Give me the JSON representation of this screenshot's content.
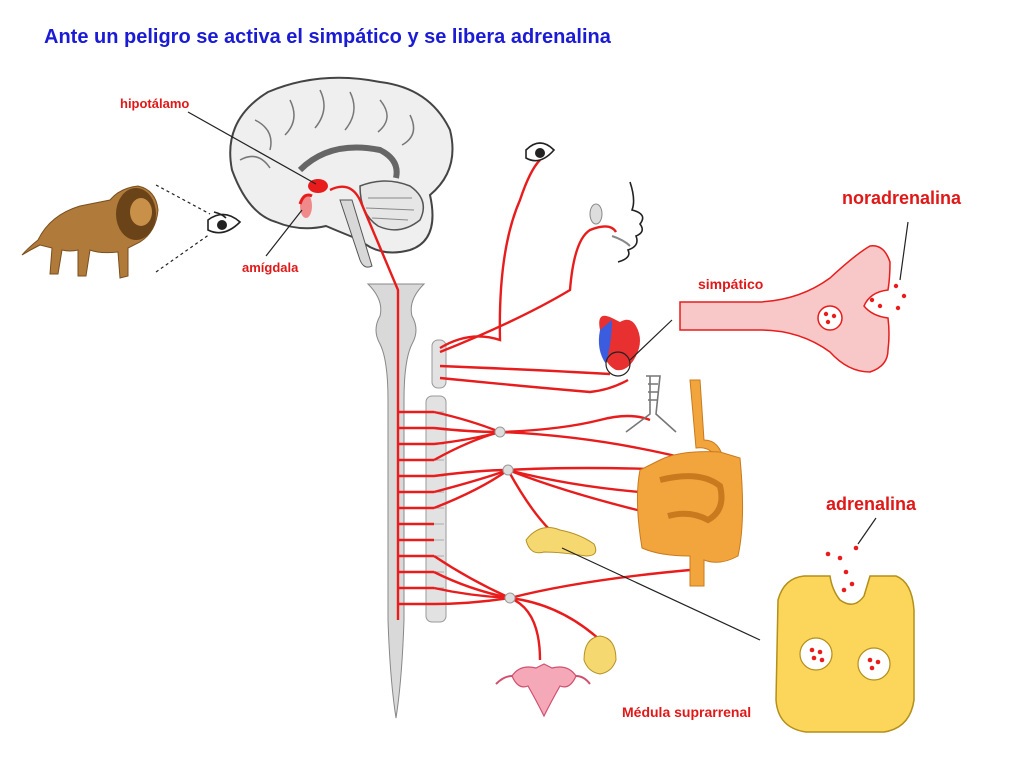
{
  "title": "Ante un peligro se activa el simpático y se libera adrenalina",
  "labels": {
    "hypothalamus": "hipotálamo",
    "amygdala": "amígdala",
    "sympathetic": "simpático",
    "noradrenaline": "noradrenalina",
    "adrenaline": "adrenalina",
    "adrenal_medulla": "Médula suprarrenal"
  },
  "colors": {
    "title": "#1b1bd6",
    "labels": "#e01818",
    "nerve": "#e81c1c",
    "spine": "#d9d9d9",
    "synapse": "#f8c8c8",
    "gland": "#fbd65a",
    "intestine": "#f2a53c"
  },
  "icons": [
    "lion-image",
    "eye-icon",
    "brain-icon",
    "face-icon",
    "heart-icon",
    "trachea-icon",
    "intestine-icon",
    "pancreas-icon",
    "uterus-icon",
    "bladder-icon"
  ]
}
